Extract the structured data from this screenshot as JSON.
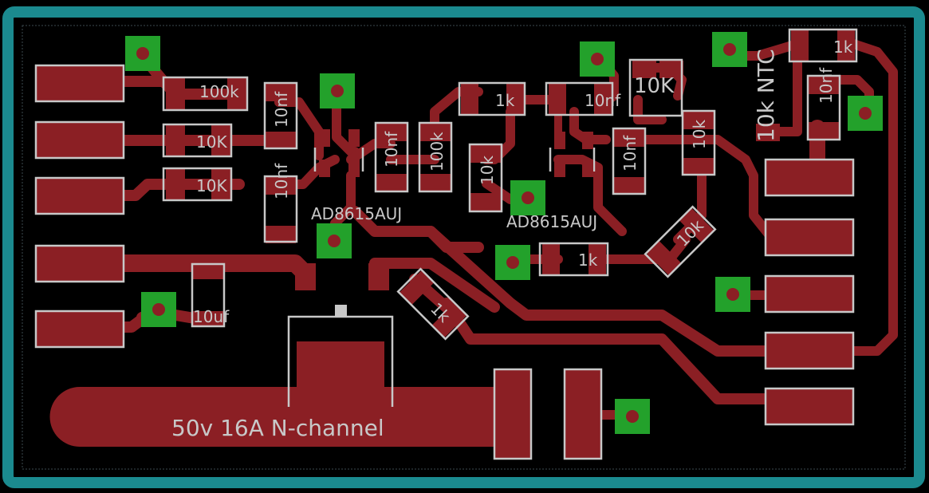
{
  "board": {
    "colors": {
      "background": "#000000",
      "border": "#1b8a8f",
      "copper": "#8b1f24",
      "silkscreen": "#c8c8c8",
      "via": "#23a12b"
    },
    "labels": {
      "r_100k_left": "100k",
      "r_10k_top": "10K",
      "r_10k_bottom": "10K",
      "c_10nf_a": "10nf",
      "c_10nf_b": "10nf",
      "c_10nf_c": "10nf",
      "r_100k_mid": "100k",
      "r_1k_top_a": "1k",
      "c_10nf_top": "10nf",
      "r_10k_mid": "10k",
      "r_10k_pot": "10K",
      "c_10nf_right": "10nf",
      "r_10k_right": "10k",
      "ntc": "10k NTC",
      "r_1k_top_right": "1k",
      "c_10nf_far_right": "10nf",
      "r_1k_lower": "1k",
      "r_10k_diag": "10k",
      "r_1k_diag": "1k",
      "c_10uf": "10uf",
      "ic_1": "AD8615AUJ",
      "ic_2": "AD8615AUJ",
      "mosfet": "50v 16A N-channel"
    }
  }
}
